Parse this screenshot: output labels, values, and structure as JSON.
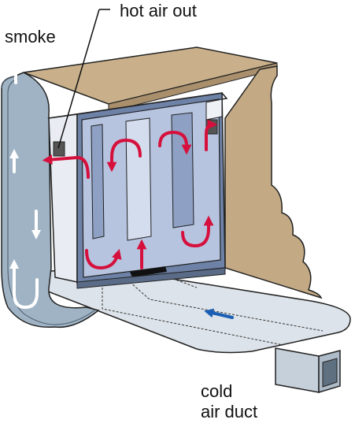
{
  "labels": {
    "hot_air_out": "hot air out",
    "smoke": "smoke",
    "cold_air_duct_line1": "cold",
    "cold_air_duct_line2": "air duct"
  },
  "colors": {
    "hot_arrow": "#d6103c",
    "cold_arrow": "#1a5fb4",
    "smoke_arrow": "#ffffff",
    "flue_pipe": "#9fb3c4",
    "exchanger_panel": "#b6c4e0",
    "floor_plate": "#dde3ea",
    "wooden_top": "#c9b08a",
    "wall_section": "#c3aa85"
  }
}
